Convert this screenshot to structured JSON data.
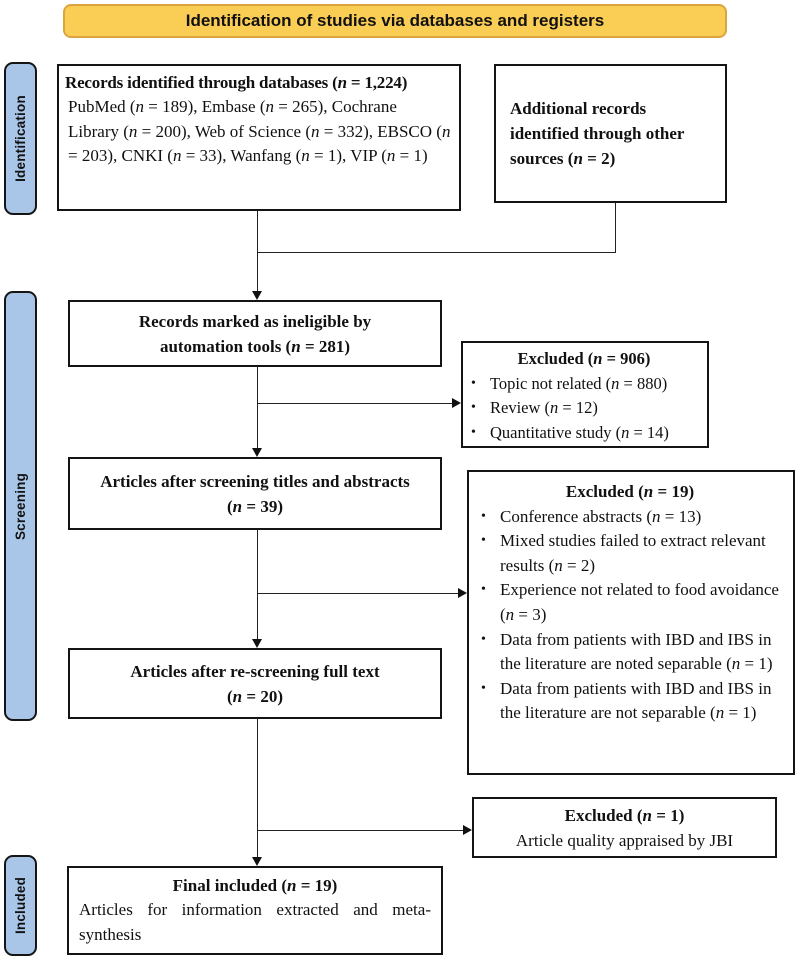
{
  "banner": {
    "label": "Identification of studies via databases and registers"
  },
  "stages": {
    "identification": "Identification",
    "screening": "Screening",
    "included": "Included"
  },
  "glyphs": {
    "bullet": "•"
  },
  "colors": {
    "banner_fill": "#FACD55",
    "banner_border": "#DCA43E",
    "stage_fill": "#A9C6E8",
    "box_border": "#141414",
    "arrow": "#111111",
    "background": "#FFFFFF"
  },
  "boxes": {
    "records_databases": {
      "title": "Records identified through databases (n = 1,224)",
      "body": "PubMed (n = 189), Embase (n = 265), Cochrane Library (n = 200), Web of Science (n = 332), EBSCO (n = 203), CNKI (n = 33), Wanfang (n = 1), VIP (n = 1)"
    },
    "additional_records": {
      "lines": [
        "Additional records",
        "identified through other",
        "sources (n = 2)"
      ]
    },
    "ineligible": {
      "lines": [
        "Records marked as ineligible by",
        "automation tools (n = 281)"
      ]
    },
    "screened_titles": {
      "lines": [
        "Articles after screening titles and abstracts",
        "(n = 39)"
      ]
    },
    "rescreened_fulltext": {
      "lines": [
        "Articles after re-screening full text",
        "(n = 20)"
      ]
    },
    "final_included": {
      "title": "Final included (n = 19)",
      "body": "Articles for information extracted and meta-synthesis"
    },
    "excluded_906": {
      "title": "Excluded (n = 906)",
      "items": [
        "Topic not related (n = 880)",
        "Review (n = 12)",
        "Quantitative study (n = 14)"
      ]
    },
    "excluded_19": {
      "title": "Excluded (n = 19)",
      "items": [
        "Conference abstracts (n = 13)",
        "Mixed studies failed to extract relevant results (n = 2)",
        "Experience not related to food avoidance (n = 3)",
        "Data from patients with IBD and IBS in the literature are noted separable (n = 1)",
        "Data from patients with IBD and IBS in the literature are not separable (n = 1)"
      ]
    },
    "excluded_1": {
      "title": "Excluded (n = 1)",
      "body": "Article quality appraised by JBI"
    }
  }
}
